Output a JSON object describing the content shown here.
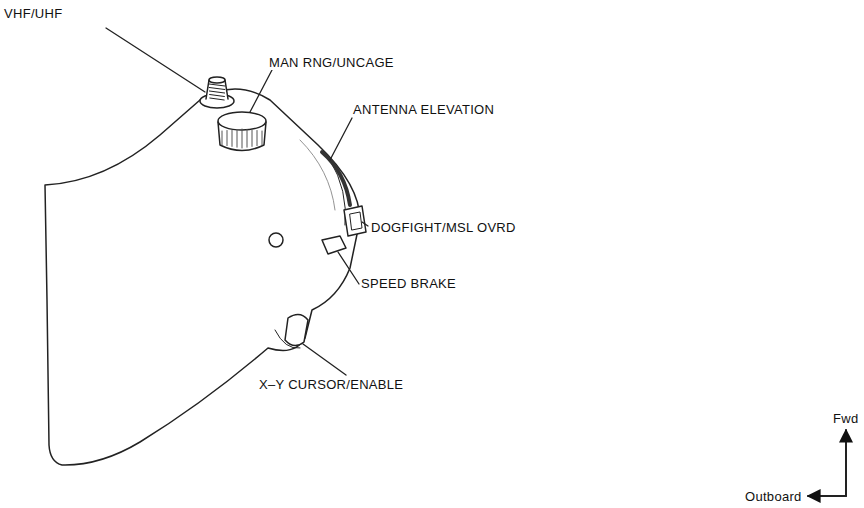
{
  "diagram": {
    "labels": [
      "VHF/UHF",
      "MAN RNG/UNCAGE",
      "ANTENNA ELEVATION",
      "DOGFIGHT/MSL OVRD",
      "SPEED BRAKE",
      "X–Y CURSOR/ENABLE",
      "Fwd",
      "Outboard"
    ]
  }
}
